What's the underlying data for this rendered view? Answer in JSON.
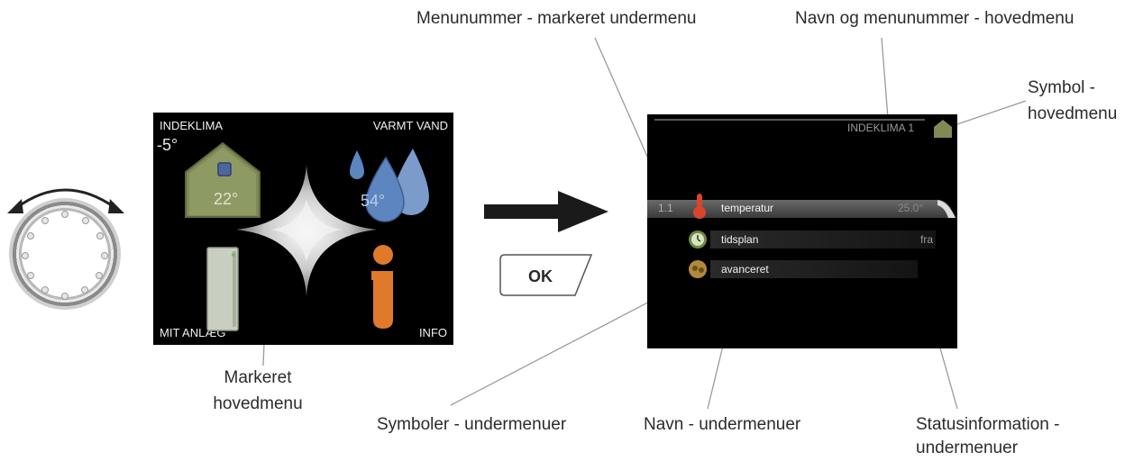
{
  "callouts": {
    "menunummer": "Menunummer - markeret undermenu",
    "navn_hovedmenu": "Navn og menunummer - hovedmenu",
    "symbol_line1": "Symbol -",
    "symbol_line2": "hovedmenu",
    "markeret_line1": "Markeret",
    "markeret_line2": "hovedmenu",
    "symboler": "Symboler - undermenuer",
    "navn_undermenuer": "Navn - undermenuer",
    "status_line1": "Statusinformation -",
    "status_line2": "undermenuer"
  },
  "main_screen": {
    "indeklima": "INDEKLIMA",
    "varmt_vand": "VARMT VAND",
    "mit_anlaeg": "MIT ANLÆG",
    "info": "INFO",
    "outdoor_temp": "-5°",
    "indoor_temp": "22°",
    "water_temp": "54°"
  },
  "ok_label": "OK",
  "sub_screen": {
    "header": "INDEKLIMA 1",
    "rows": [
      {
        "number": "1.1",
        "name": "temperatur",
        "status": "25.0°",
        "icon": "thermometer-icon",
        "selected": true
      },
      {
        "number": "",
        "name": "tidsplan",
        "status": "fra",
        "icon": "clock-icon",
        "selected": false
      },
      {
        "number": "",
        "name": "avanceret",
        "status": "",
        "icon": "tools-icon",
        "selected": false
      }
    ]
  },
  "colors": {
    "house_green": "#7f8a55",
    "water_blue": "#5d86c0",
    "info_orange": "#e07a2a",
    "thermometer_red": "#d8442c"
  }
}
